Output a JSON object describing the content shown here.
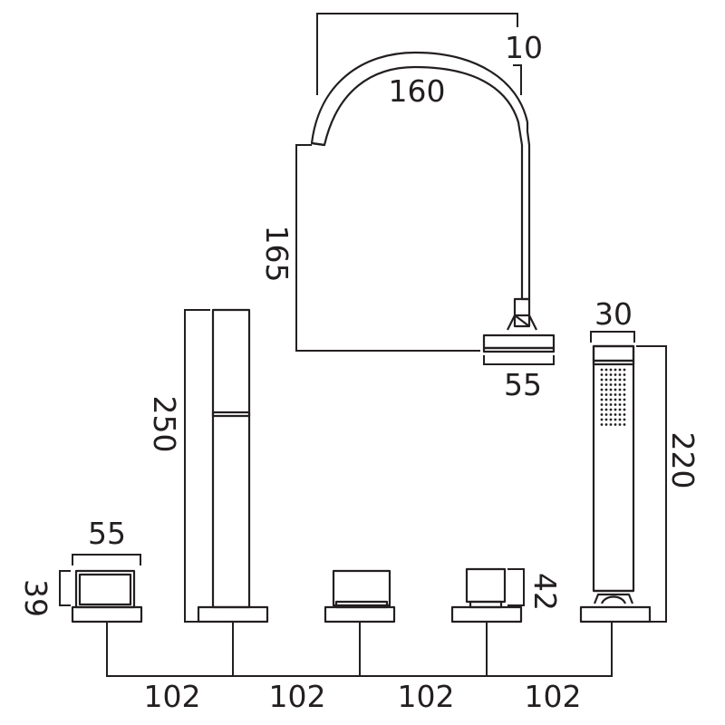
{
  "dimensions": {
    "spout_reach": "160",
    "spout_outlet": "10",
    "spout_height": "165",
    "spout_base": "55",
    "handset_width": "30",
    "handset_height": "220",
    "diverter_height": "250",
    "handle_width": "55",
    "handle_height": "39",
    "valve_height": "42",
    "spacings": [
      "102",
      "102",
      "102",
      "102"
    ]
  }
}
